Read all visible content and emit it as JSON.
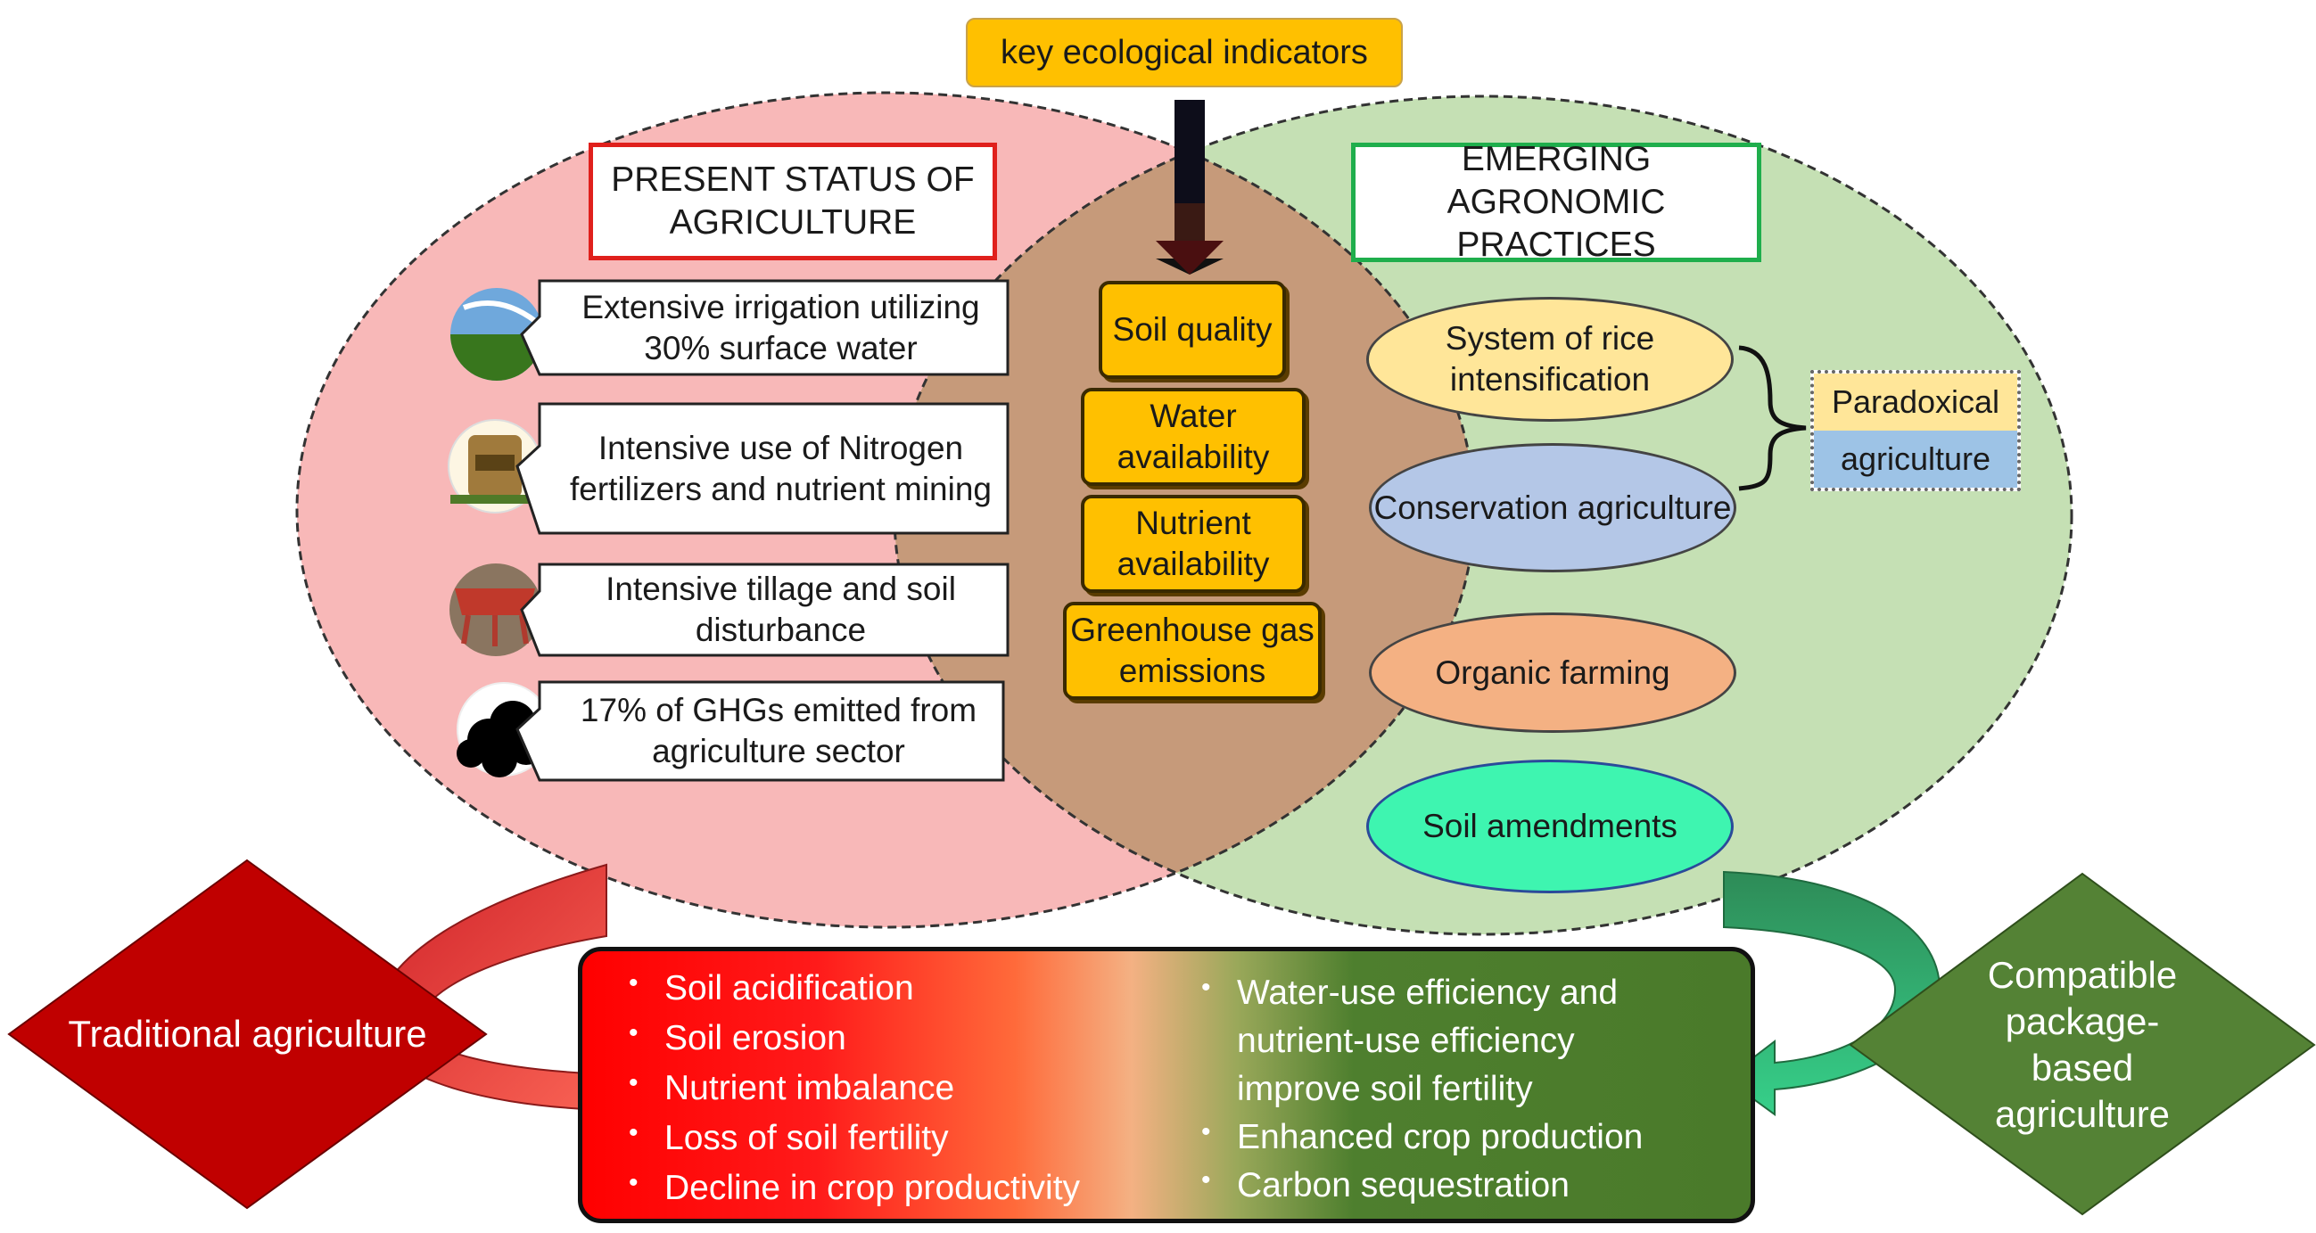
{
  "key_indicators_label": "key ecological indicators",
  "present_status": {
    "title": "PRESENT STATUS OF AGRICULTURE",
    "items": [
      {
        "text": "Extensive irrigation utilizing 30% surface water",
        "icon": "irrigation-photo-icon"
      },
      {
        "text": "Intensive use of Nitrogen fertilizers and nutrient mining",
        "icon": "fertilizer-bag-icon"
      },
      {
        "text": "Intensive tillage and soil disturbance",
        "icon": "tillage-machine-icon"
      },
      {
        "text": "17% of GHGs emitted from agriculture sector",
        "icon": "smoke-cloud-icon"
      }
    ]
  },
  "indicators": [
    "Soil quality",
    "Water availability",
    "Nutrient availability",
    "Greenhouse gas emissions"
  ],
  "emerging_practices": {
    "title": "EMERGING AGRONOMIC PRACTICES",
    "items": [
      {
        "text": "System of rice intensification",
        "color": "#ffe699"
      },
      {
        "text": "Conservation agriculture",
        "color": "#b4c7e7"
      },
      {
        "text": "Organic farming",
        "color": "#f4b183"
      },
      {
        "text": "Soil amendments",
        "color": "#3ef5b0"
      }
    ],
    "paradoxical": [
      "Paradoxical",
      "agriculture"
    ]
  },
  "traditional_label": "Traditional agriculture",
  "compatible_label": "Compatible package-based agriculture",
  "negative_outcomes": [
    "Soil acidification",
    "Soil erosion",
    "Nutrient imbalance",
    "Loss of soil fertility",
    "Decline in crop productivity"
  ],
  "positive_outcomes": [
    "Water-use efficiency and nutrient-use efficiency improve soil fertility",
    "Enhanced crop production",
    "Carbon sequestration"
  ],
  "colors": {
    "left_circle": "#f8b8b8",
    "right_circle": "#c5e0b4",
    "overlap": "#c69a7a",
    "traditional": "#c00000",
    "compatible": "#548235",
    "indicator": "#ffc000"
  }
}
